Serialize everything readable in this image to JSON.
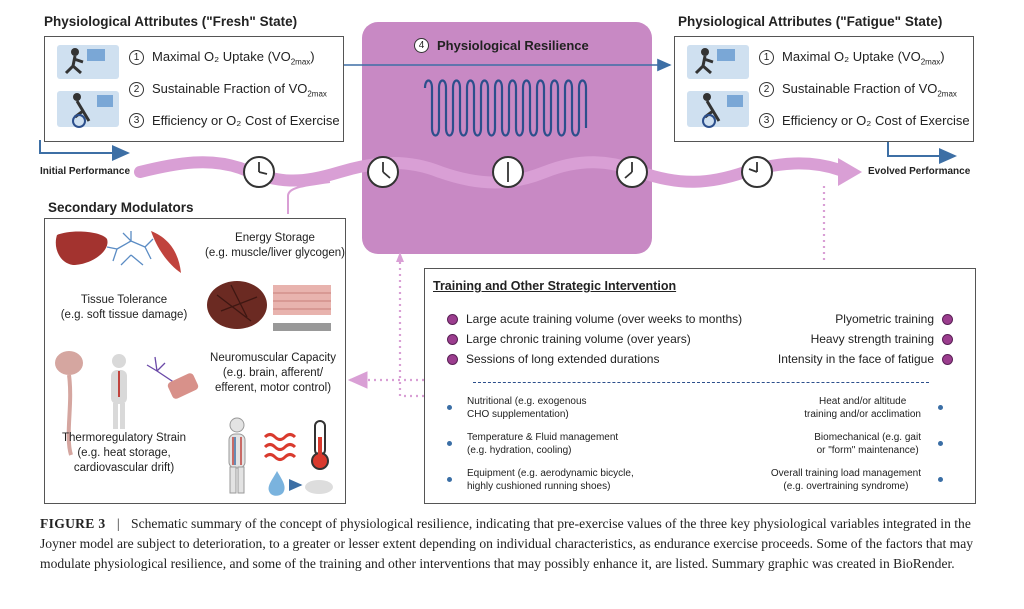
{
  "fresh": {
    "title": "Physiological Attributes (\"Fresh\" State)",
    "items": [
      {
        "n": "1",
        "text": "Maximal O₂ Uptake (VO",
        "sub": "2max",
        "tail": ")"
      },
      {
        "n": "2",
        "text": "Sustainable Fraction of VO",
        "sub": "2max",
        "tail": ""
      },
      {
        "n": "3",
        "text": "Efficiency or O₂ Cost of Exercise",
        "sub": "",
        "tail": ""
      }
    ]
  },
  "fatigue": {
    "title": "Physiological Attributes (\"Fatigue\" State)",
    "items": [
      {
        "n": "1",
        "text": "Maximal O₂ Uptake (VO",
        "sub": "2max",
        "tail": ")"
      },
      {
        "n": "2",
        "text": "Sustainable Fraction of VO",
        "sub": "2max",
        "tail": ""
      },
      {
        "n": "3",
        "text": "Efficiency or O₂ Cost of Exercise",
        "sub": "",
        "tail": ""
      }
    ]
  },
  "resilience": {
    "n": "4",
    "title": "Physiological Resilience"
  },
  "flow": {
    "initial": "Initial Performance",
    "evolved": "Evolved Performance"
  },
  "modulators": {
    "title": "Secondary Modulators",
    "items": [
      {
        "name": "Energy Storage",
        "detail": "(e.g. muscle/liver glycogen)"
      },
      {
        "name": "Tissue Tolerance",
        "detail": "(e.g. soft tissue damage)"
      },
      {
        "name": "Neuromuscular Capacity",
        "detail": "(e.g. brain, afferent/ efferent, motor control)"
      },
      {
        "name": "Thermoregulatory Strain",
        "detail": "(e.g. heat storage, cardiovascular drift)"
      }
    ]
  },
  "training": {
    "title": "Training and Other Strategic Intervention",
    "left": [
      "Large acute training volume (over weeks to months)",
      "Large chronic training volume (over years)",
      "Sessions of long extended durations"
    ],
    "right": [
      "Plyometric training",
      "Heavy strength training",
      "Intensity in the face of fatigue"
    ],
    "sub_left": [
      [
        "Nutritional (e.g. exogenous",
        "CHO supplementation)"
      ],
      [
        "Temperature & Fluid management",
        "(e.g. hydration, cooling)"
      ],
      [
        "Equipment (e.g. aerodynamic bicycle,",
        "highly cushioned running shoes)"
      ]
    ],
    "sub_right": [
      [
        "Heat and/or altitude",
        "training and/or acclimation"
      ],
      [
        "Biomechanical (e.g. gait",
        "or \"form\" maintenance)"
      ],
      [
        "Overall training load management",
        "(e.g. overtraining syndrome)"
      ]
    ]
  },
  "caption": {
    "label": "FIGURE 3",
    "sep": "|",
    "text": "Schematic summary of the concept of physiological resilience, indicating that pre-exercise values of the three key physiological variables integrated in the Joyner model are subject to deterioration, to a greater or lesser extent depending on individual characteristics, as endurance exercise proceeds. Some of the factors that may modulate physiological resilience, and some of the training and other interventions that may possibly enhance it, are listed. Summary graphic was created in BioRender."
  },
  "colors": {
    "resilience_fill": "#c889c4",
    "flow": "#d99fd5",
    "arrow_blue": "#3d6fa5",
    "dot_purple": "#9b3d8e"
  }
}
